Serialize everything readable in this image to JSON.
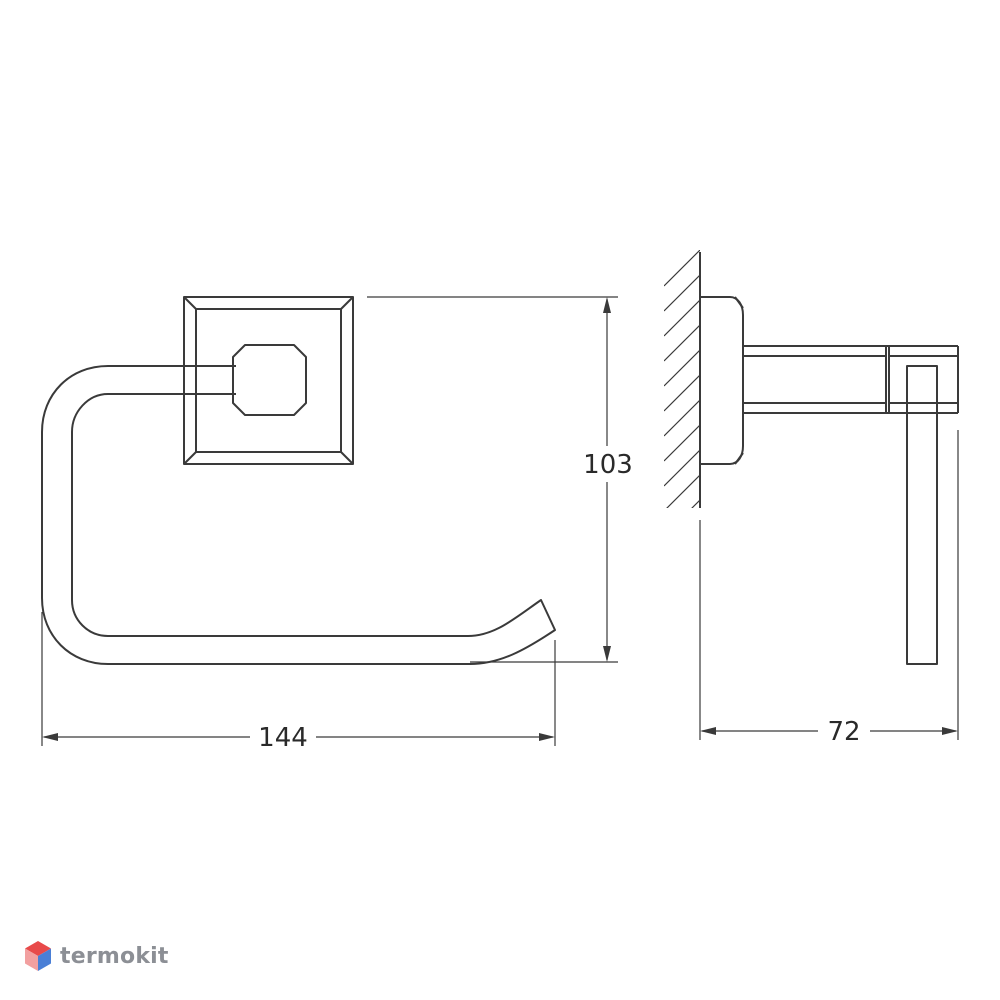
{
  "dimensions": {
    "width": "144",
    "height": "103",
    "depth": "72"
  },
  "brand": {
    "name": "termokit",
    "icon": "cube-logo-icon"
  },
  "colors": {
    "line": "#3a3a3a",
    "dim_line": "#3a3a3a",
    "logo_gray": "#8c8f95",
    "logo_red": "#e84a4a",
    "logo_blue": "#4a7fd6"
  }
}
